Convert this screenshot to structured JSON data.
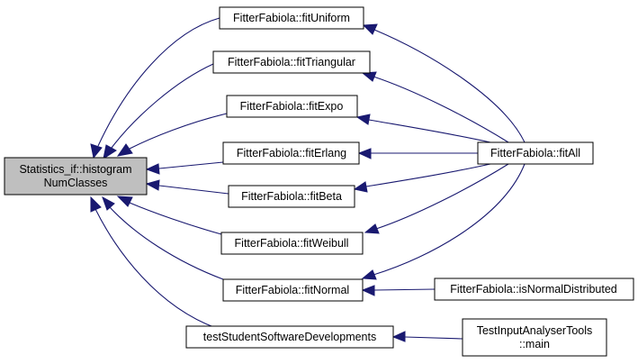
{
  "colors": {
    "edge": "#191970",
    "root_fill": "#bfbfbf",
    "node_fill": "#ffffff",
    "node_border": "#000000"
  },
  "nodes": {
    "root": [
      "Statistics_if::histogram",
      "NumClasses"
    ],
    "fit_uniform": "FitterFabiola::fitUniform",
    "fit_triangular": "FitterFabiola::fitTriangular",
    "fit_expo": "FitterFabiola::fitExpo",
    "fit_erlang": "FitterFabiola::fitErlang",
    "fit_beta": "FitterFabiola::fitBeta",
    "fit_weibull": "FitterFabiola::fitWeibull",
    "fit_normal": "FitterFabiola::fitNormal",
    "test_student": "testStudentSoftwareDevelopments",
    "fit_all": "FitterFabiola::fitAll",
    "is_normal": "FitterFabiola::isNormalDistributed",
    "tester_main": [
      "TestInputAnalyserTools",
      "::main"
    ]
  }
}
